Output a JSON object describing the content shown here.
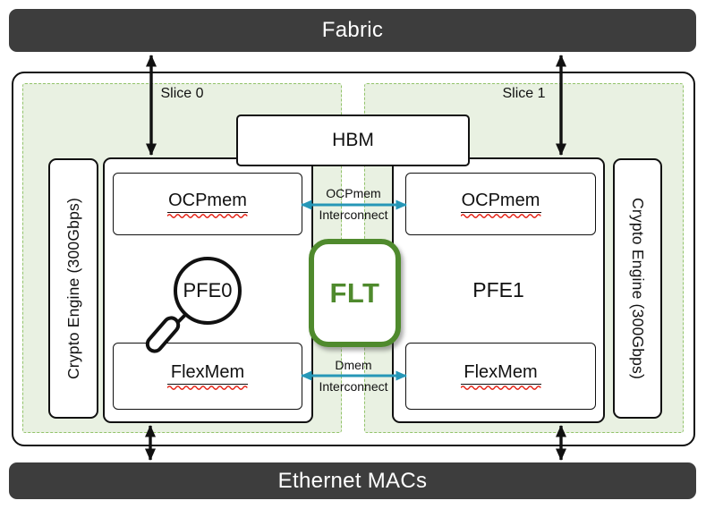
{
  "diagram": {
    "fabric_bar": "Fabric",
    "ethernet_bar": "Ethernet MACs",
    "slice0_label": "Slice 0",
    "slice1_label": "Slice 1",
    "hbm_label": "HBM",
    "crypto_left_label": "Crypto Engine (300Gbps)",
    "crypto_right_label": "Crypto Engine (300Gbps)",
    "pfe0_label": "PFE0",
    "pfe1_label": "PFE1",
    "flt_label": "FLT",
    "ocpmem_left_label": "OCPmem",
    "ocpmem_right_label": "OCPmem",
    "flexmem_left_label": "FlexMem",
    "flexmem_right_label": "FlexMem",
    "ocp_interconnect": {
      "line1": "OCPmem",
      "line2": "Interconnect"
    },
    "dmem_interconnect": {
      "line1": "Dmem",
      "line2": "Interconnect"
    }
  },
  "icons": {
    "magnifier": "magnifier-icon",
    "vertical_arrows": [
      "fabric-slice0-arrow",
      "fabric-slice1-arrow",
      "slice0-ethernet-arrow",
      "slice1-ethernet-arrow"
    ],
    "horizontal_arrows": [
      "ocpmem-interconnect-arrow",
      "dmem-interconnect-arrow"
    ]
  },
  "colors": {
    "bar_bg": "#3d3d3d",
    "bar_text": "#ffffff",
    "outline": "#111111",
    "slice_fill": "#e9f1e2",
    "slice_dash": "#92c36a",
    "flt_green": "#4f8a2d",
    "interconnect_teal": "#2697b7",
    "squiggle_red": "#e3180b"
  }
}
